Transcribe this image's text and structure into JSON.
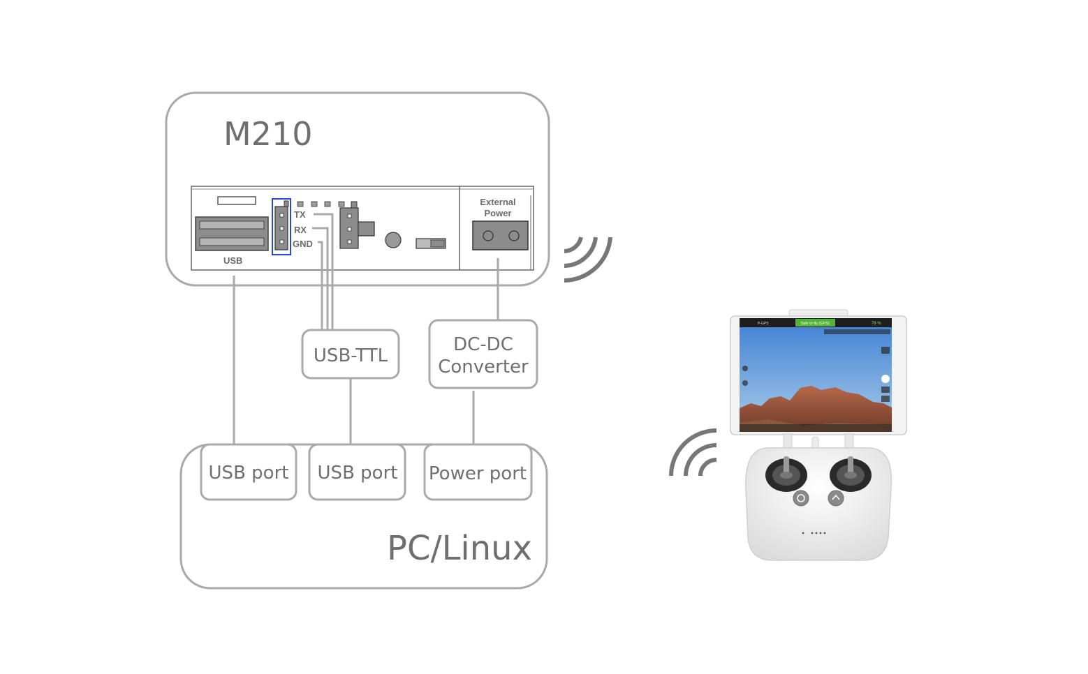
{
  "diagram": {
    "m210": {
      "title": "M210",
      "usb_label": "USB",
      "tx_label": "TX",
      "rx_label": "RX",
      "gnd_label": "GND",
      "external_power_line1": "External",
      "external_power_line2": "Power"
    },
    "usb_ttl": {
      "label": "USB-TTL"
    },
    "dcdc": {
      "line1": "DC-DC",
      "line2": "Converter"
    },
    "pc": {
      "title": "PC/Linux",
      "usb_port_1": "USB port",
      "usb_port_2": "USB port",
      "power_port": "Power port"
    },
    "remote": {
      "top_bar_status": "Safe to fly (GPS)",
      "battery": "79 %",
      "gps": "P-GPS"
    },
    "colors": {
      "line": "#a9a9a9",
      "text": "#6f6f6f",
      "highlight": "#2a45d6",
      "status_green": "#55b23a"
    }
  }
}
